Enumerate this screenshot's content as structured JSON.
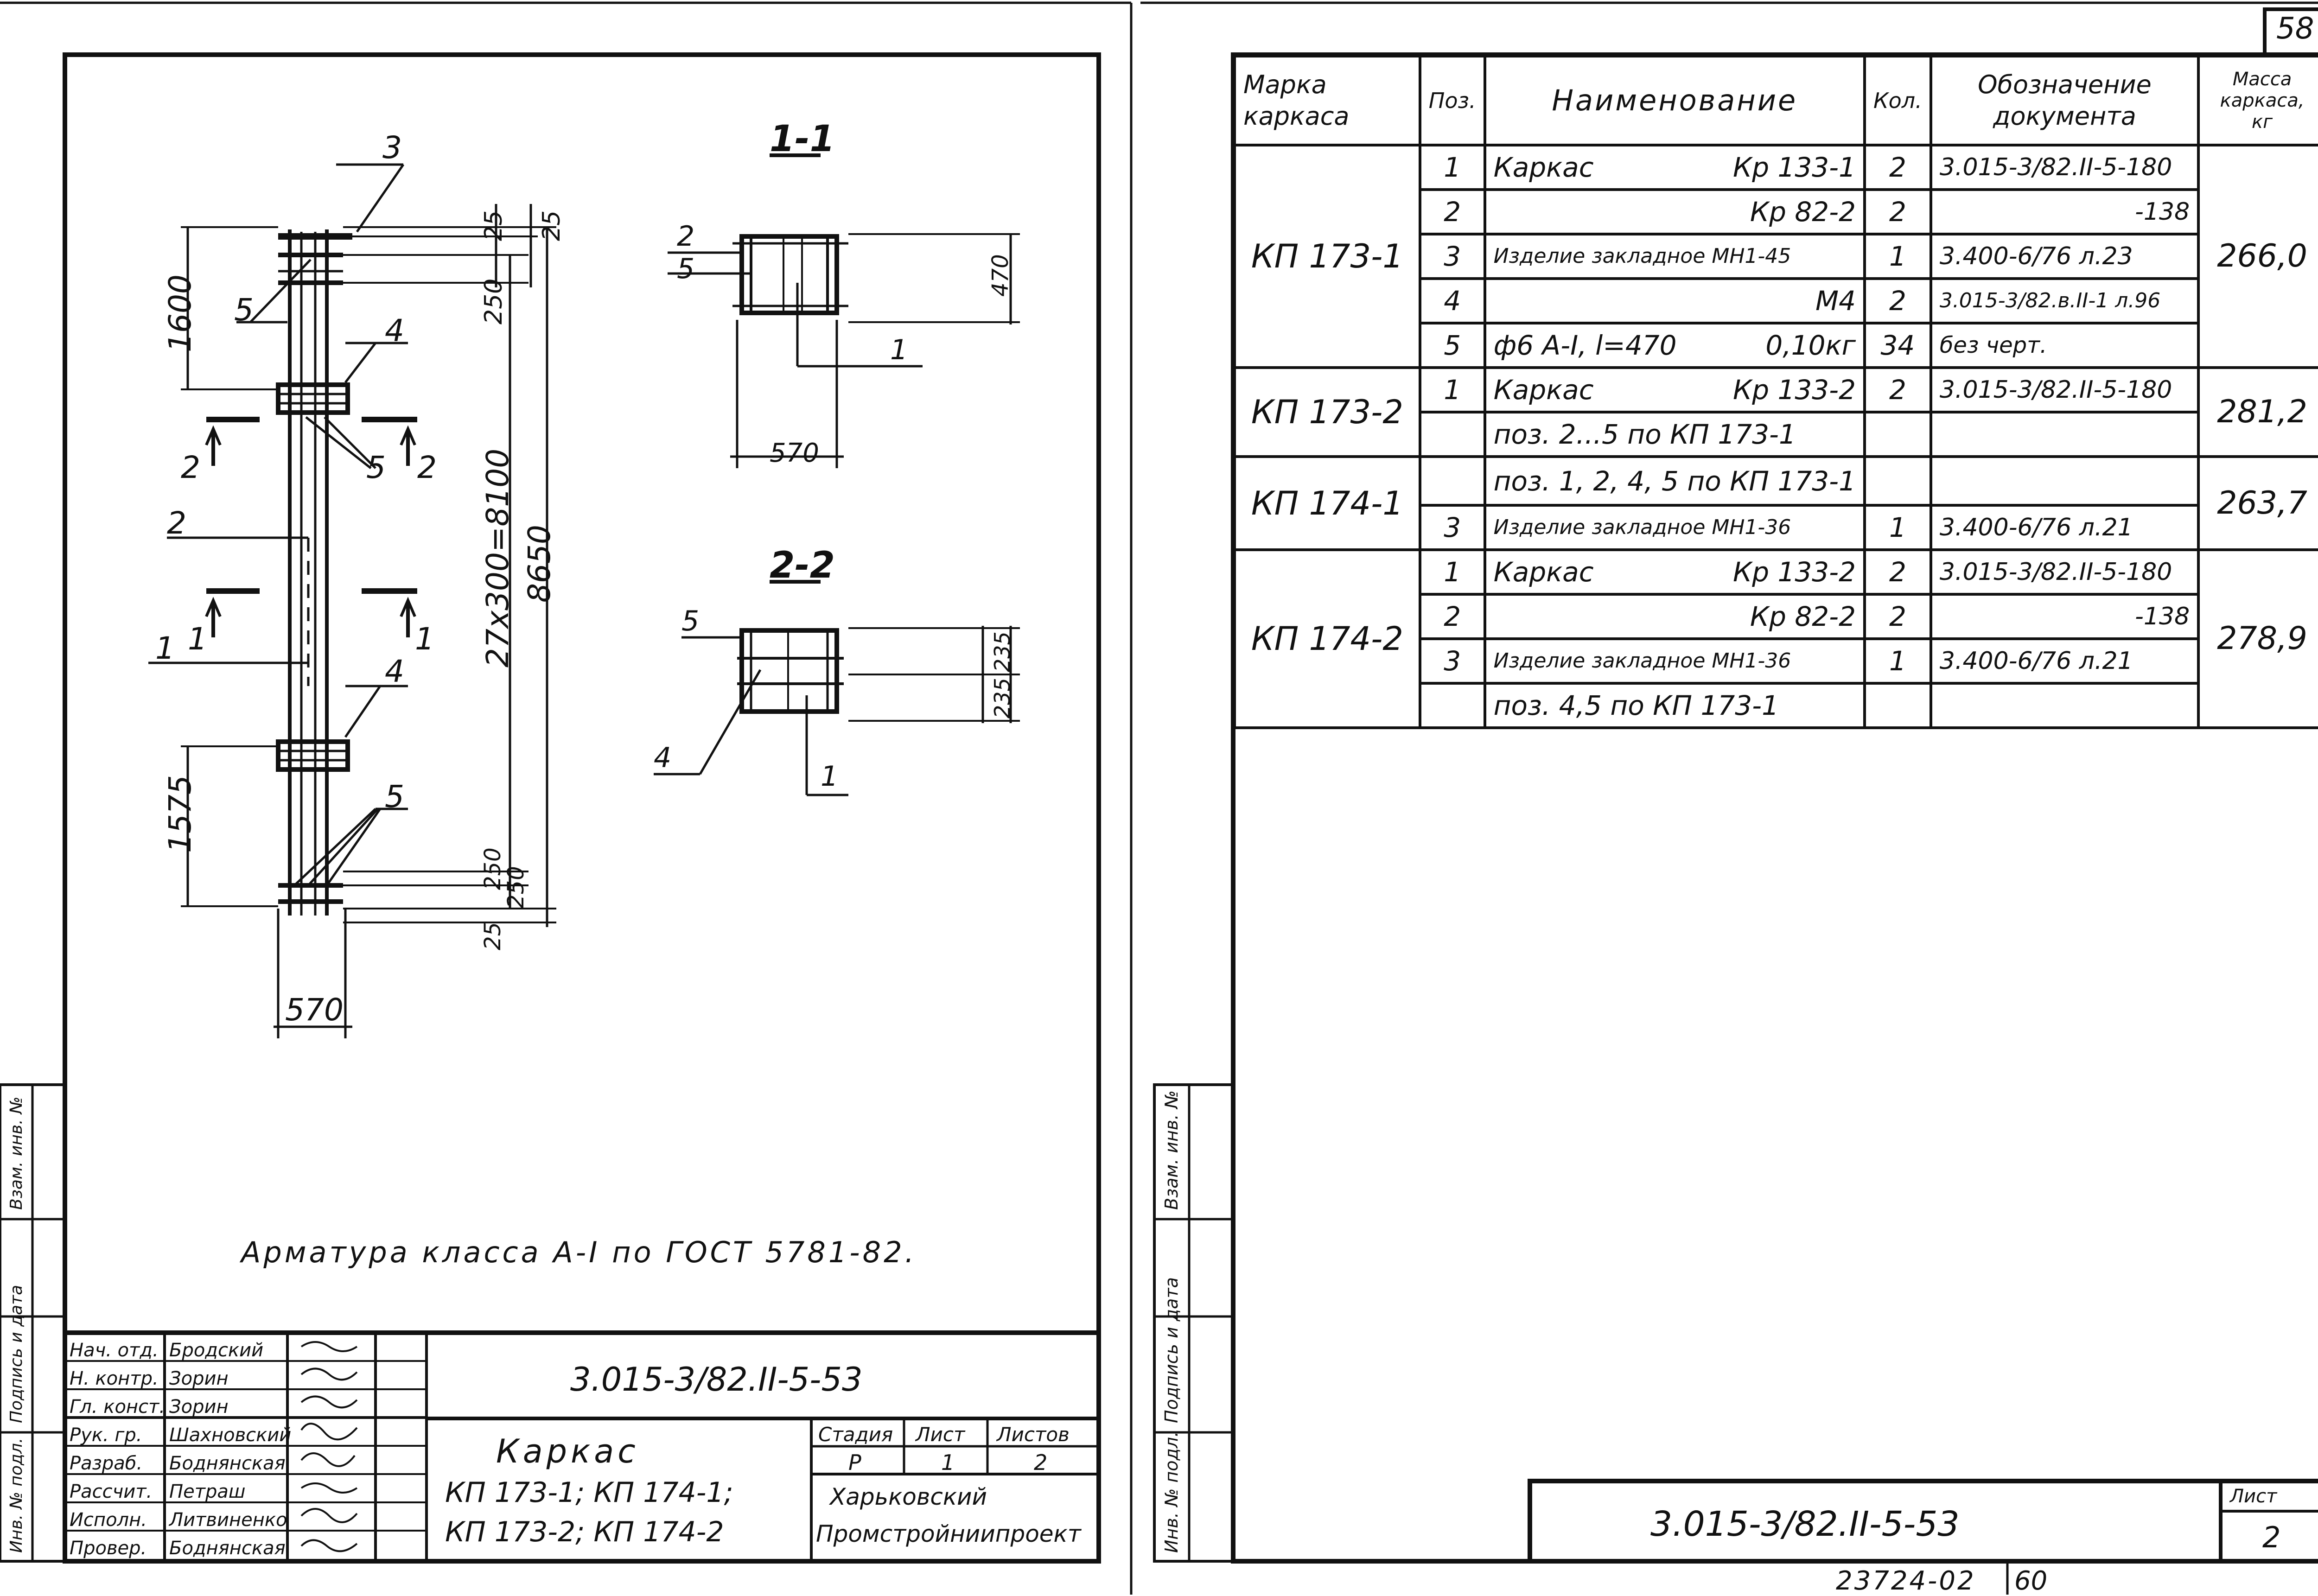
{
  "sheet_number_top": "58",
  "bottom_code": "23724-02",
  "bottom_number": "60",
  "drawing": {
    "section_1_label": "1-1",
    "section_2_label": "2-2",
    "labels_elevation": [
      "3",
      "5",
      "4",
      "2",
      "5",
      "2",
      "2",
      "1",
      "1",
      "1",
      "4",
      "5"
    ],
    "dims_elevation": [
      "25",
      "25",
      "250",
      "1600",
      "27x300=8100",
      "8650",
      "1575",
      "250",
      "250",
      "25",
      "570"
    ],
    "section1_labels": [
      "2",
      "5",
      "1"
    ],
    "section1_dims": [
      "470",
      "570"
    ],
    "section2_labels": [
      "5",
      "4",
      "1"
    ],
    "section2_dims": [
      "235",
      "235"
    ],
    "note": "Арматура класса А-I по ГОСТ 5781-82."
  },
  "left_title_block": {
    "doc_code": "3.015-3/82.II-5-53",
    "title": "Каркас",
    "subtitle_line1": "КП 173-1; КП 174-1;",
    "subtitle_line2": "КП 173-2; КП 174-2",
    "stage_header": "Стадия",
    "sheet_header": "Лист",
    "sheets_header": "Листов",
    "stage": "Р",
    "sheet": "1",
    "sheets": "2",
    "org_line1": "Харьковский",
    "org_line2": "Промстройниипроект",
    "roles": [
      {
        "role": "Нач. отд.",
        "name": "Бродский"
      },
      {
        "role": "Н. контр.",
        "name": "Зорин"
      },
      {
        "role": "Гл. конст.",
        "name": "Зорин"
      },
      {
        "role": "Рук. гр.",
        "name": "Шахновский"
      },
      {
        "role": "Разраб.",
        "name": "Боднянская"
      },
      {
        "role": "Рассчит.",
        "name": "Петраш"
      },
      {
        "role": "Исполн.",
        "name": "Литвиненко"
      },
      {
        "role": "Провер.",
        "name": "Боднянская"
      }
    ]
  },
  "left_margin_labels": [
    "Инв. № подл.",
    "Подпись и дата",
    "Взам. инв. №"
  ],
  "right_margin_labels": [
    "Инв. № подл.",
    "Подпись и дата",
    "Взам. инв. №"
  ],
  "spec_table": {
    "headers": {
      "mark_l1": "Марка",
      "mark_l2": "каркаса",
      "pos": "Поз.",
      "name": "Наименование",
      "qty": "Кол.",
      "doc_l1": "Обозначение",
      "doc_l2": "документа",
      "mass_l1": "Масса",
      "mass_l2": "каркаса,",
      "mass_l3": "кг"
    },
    "groups": [
      {
        "mark": "КП 173-1",
        "mass": "266,0",
        "rows": [
          {
            "pos": "1",
            "name": "Каркас",
            "name2": "Кр 133-1",
            "qty": "2",
            "doc": "3.015-3/82.II-5-180"
          },
          {
            "pos": "2",
            "name": "",
            "name2": "Кр 82-2",
            "qty": "2",
            "doc": "-138"
          },
          {
            "pos": "3",
            "name": "Изделие закладное МН1-45",
            "name2": "",
            "qty": "1",
            "doc": "3.400-6/76 л.23"
          },
          {
            "pos": "4",
            "name": "",
            "name2": "М4",
            "qty": "2",
            "doc": "3.015-3/82.в.II-1 л.96"
          },
          {
            "pos": "5",
            "name": "ф6 A-I, l=470",
            "name2": "0,10кг",
            "qty": "34",
            "doc": "без черт."
          }
        ]
      },
      {
        "mark": "КП 173-2",
        "mass": "281,2",
        "rows": [
          {
            "pos": "1",
            "name": "Каркас",
            "name2": "Кр 133-2",
            "qty": "2",
            "doc": "3.015-3/82.II-5-180"
          },
          {
            "pos": "",
            "name": "поз. 2...5 по КП 173-1",
            "name2": "",
            "qty": "",
            "doc": ""
          }
        ]
      },
      {
        "mark": "КП 174-1",
        "mass": "263,7",
        "rows": [
          {
            "pos": "",
            "name": "поз. 1, 2, 4, 5 по КП 173-1",
            "name2": "",
            "qty": "",
            "doc": ""
          },
          {
            "pos": "3",
            "name": "Изделие закладное МН1-36",
            "name2": "",
            "qty": "1",
            "doc": "3.400-6/76 л.21"
          }
        ]
      },
      {
        "mark": "КП 174-2",
        "mass": "278,9",
        "rows": [
          {
            "pos": "1",
            "name": "Каркас",
            "name2": "Кр 133-2",
            "qty": "2",
            "doc": "3.015-3/82.II-5-180"
          },
          {
            "pos": "2",
            "name": "",
            "name2": "Кр 82-2",
            "qty": "2",
            "doc": "-138"
          },
          {
            "pos": "3",
            "name": "Изделие закладное МН1-36",
            "name2": "",
            "qty": "1",
            "doc": "3.400-6/76 л.21"
          },
          {
            "pos": "",
            "name": "поз. 4,5 по КП 173-1",
            "name2": "",
            "qty": "",
            "doc": ""
          }
        ]
      }
    ]
  },
  "right_stamp": {
    "doc_code": "3.015-3/82.II-5-53",
    "sheet_label": "Лист",
    "sheet_value": "2"
  }
}
